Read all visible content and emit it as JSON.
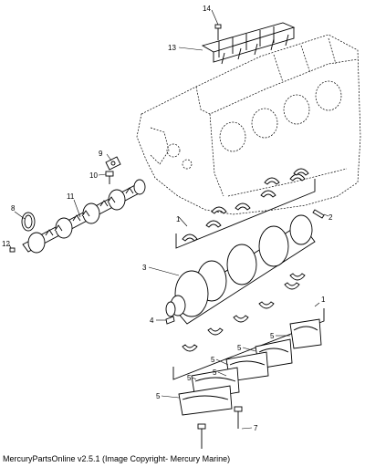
{
  "callouts": [
    {
      "id": "c1a",
      "text": "1"
    },
    {
      "id": "c1b",
      "text": "1"
    },
    {
      "id": "c2",
      "text": "2"
    },
    {
      "id": "c3",
      "text": "3"
    },
    {
      "id": "c4",
      "text": "4"
    },
    {
      "id": "c5a",
      "text": "5"
    },
    {
      "id": "c5b",
      "text": "5"
    },
    {
      "id": "c5c",
      "text": "5"
    },
    {
      "id": "c5d",
      "text": "5"
    },
    {
      "id": "c5e",
      "text": "5"
    },
    {
      "id": "c5f",
      "text": "5"
    },
    {
      "id": "c7",
      "text": "7"
    },
    {
      "id": "c8",
      "text": "8"
    },
    {
      "id": "c9",
      "text": "9"
    },
    {
      "id": "c10",
      "text": "10"
    },
    {
      "id": "c11",
      "text": "11"
    },
    {
      "id": "c12",
      "text": "12"
    },
    {
      "id": "c13",
      "text": "13"
    },
    {
      "id": "c14",
      "text": "14"
    }
  ],
  "footer": "MercuryPartsOnline v2.5.1 (Image Copyright- Mercury Marine)"
}
